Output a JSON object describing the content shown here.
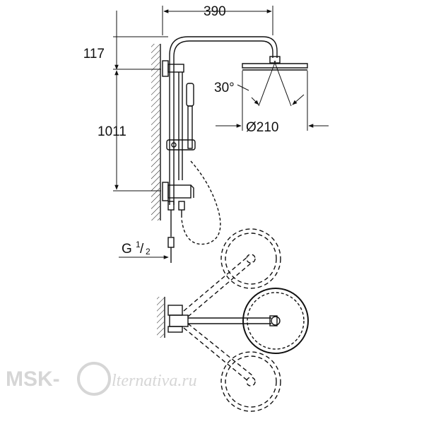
{
  "dimensions": {
    "width": "390",
    "height_top": "117",
    "height_main": "1011",
    "angle": "30°",
    "diameter": "Ø210",
    "thread_prefix": "G",
    "thread_num": "1",
    "thread_den": "2"
  },
  "watermark": {
    "brand": "MSK-",
    "script": "lternativa.ru"
  },
  "colors": {
    "line": "#111111",
    "watermark": "#d6d6d6"
  }
}
